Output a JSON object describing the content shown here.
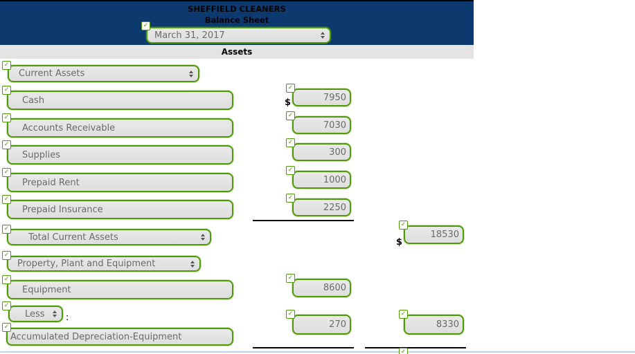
{
  "ui": {
    "currency_symbol": "$",
    "icons": {
      "check": "✓"
    },
    "colors": {
      "header_bg": "#0d3a6e",
      "accent_green": "#4e9a06",
      "field_bg": "#e3e3e3",
      "section_band_bg": "#e4e4e4",
      "bottom_divider_blue": "#b9d4ea",
      "field_text": "#6a6a6a"
    }
  },
  "header": {
    "company": "SHEFFIELD CLEANERS",
    "statement": "Balance Sheet",
    "date_value": "March 31, 2017"
  },
  "section": {
    "title": "Assets"
  },
  "classification": {
    "current_assets": "Current Assets",
    "total_current_assets": "Total Current Assets",
    "ppe": "Property, Plant and Equipment",
    "less": "Less",
    "less_colon": ":"
  },
  "rows": {
    "cash": {
      "label": "Cash",
      "amount": "7950"
    },
    "accounts_receivable": {
      "label": "Accounts Receivable",
      "amount": "7030"
    },
    "supplies": {
      "label": "Supplies",
      "amount": "300"
    },
    "prepaid_rent": {
      "label": "Prepaid Rent",
      "amount": "1000"
    },
    "prepaid_insurance": {
      "label": "Prepaid Insurance",
      "amount": "2250"
    },
    "total_current_assets": {
      "amount": "18530"
    },
    "equipment": {
      "label": "Equipment",
      "amount": "8600"
    },
    "accumulated_depreciation": {
      "label": "Accumulated Depreciation-Equipment",
      "amount": "270",
      "net_amount": "8330"
    }
  }
}
